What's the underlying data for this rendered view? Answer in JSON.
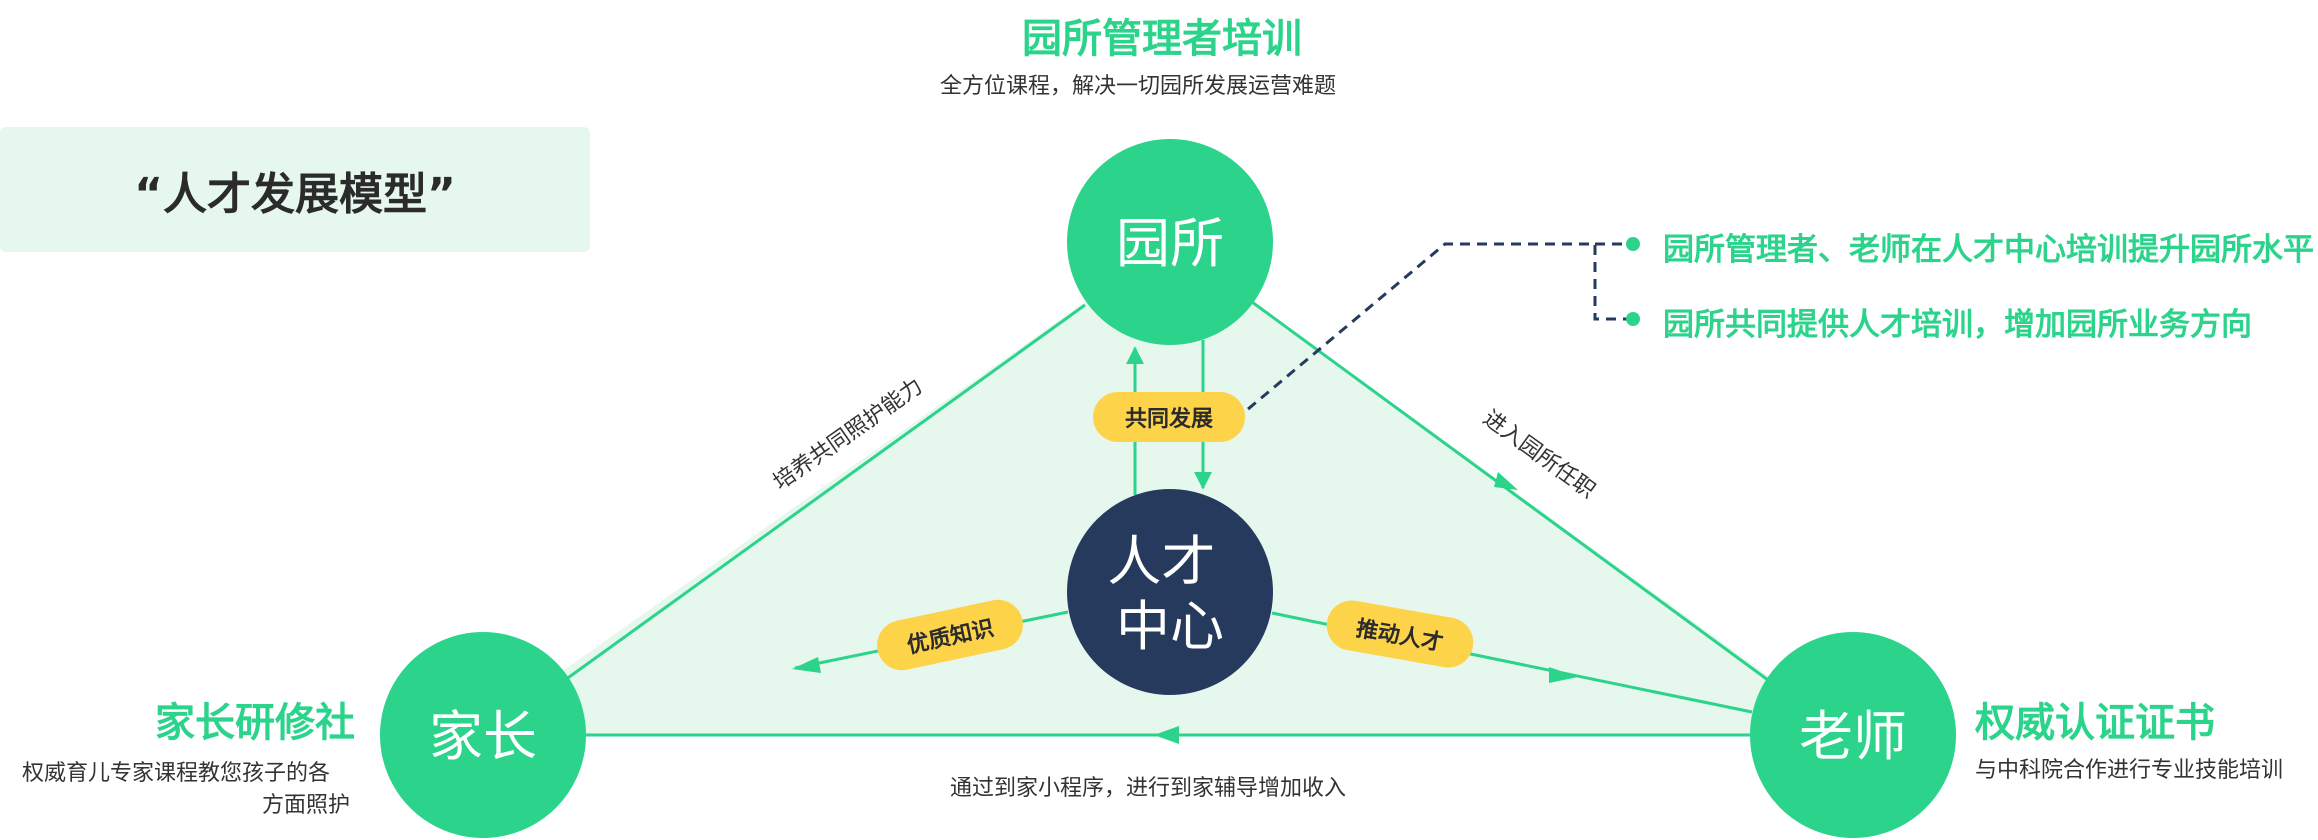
{
  "title": "“人才发展模型”",
  "nodes": {
    "school": "园所",
    "center": "人才\n中心",
    "parent": "家长",
    "teacher": "老师"
  },
  "labels": {
    "school_heading": "园所管理者培训",
    "school_sub": "全方位课程，解决一切园所发展运营难题",
    "parent_heading": "家长研修社",
    "parent_sub_1": "权威育儿专家课程教您孩子的各",
    "parent_sub_2": "方面照护",
    "teacher_heading": "权威认证证书",
    "teacher_sub": "与中科院合作进行专业技能培训"
  },
  "edges": {
    "parent_school": "培养共同照护能力",
    "teacher_school": "进入园所任职",
    "teacher_parent": "通过到家小程序，进行到家辅导增加收入"
  },
  "badges": {
    "develop": "共同发展",
    "knowledge": "优质知识",
    "talent": "推动人才"
  },
  "bullets": [
    "园所管理者、老师在人才中心培训提升园所水平",
    "园所共同提供人才培训，增加园所业务方向"
  ],
  "colors": {
    "green": "#2bd38b",
    "navy": "#263a5e",
    "yellow": "#fdd34a",
    "light_green": "#e6f7ee"
  }
}
